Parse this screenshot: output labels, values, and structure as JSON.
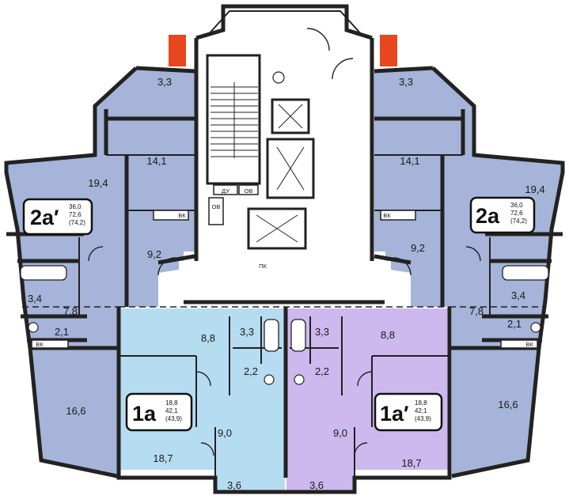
{
  "colors": {
    "unit_2a": "#a5b4d8",
    "unit_1a": "#b6dcf1",
    "unit_1a_prime": "#cdb9ee",
    "balcony_orange": "#e8461e",
    "wall": "#222222",
    "core": "#ffffff"
  },
  "rooms": {
    "left_top_balcony": "3,3",
    "right_top_balcony": "3,3",
    "left_kitchen_upper": "14,1",
    "right_kitchen_upper": "14,1",
    "left_living_2a": "19,4",
    "right_living_2a": "19,4",
    "left_hall": "9,2",
    "right_hall": "9,2",
    "left_bath_34": "3,4",
    "right_bath_34": "3,4",
    "left_corr_78": "7,8",
    "right_corr_78": "7,8",
    "left_wc_21": "2,1",
    "right_wc_21": "2,1",
    "left_bedroom_166": "16,6",
    "right_bedroom_166": "16,6",
    "u1a_hall_88": "8,8",
    "u1a_prime_hall_88": "8,8",
    "u1a_bath_33": "3,3",
    "u1a_prime_bath_33": "3,3",
    "u1a_wc_22": "2,2",
    "u1a_prime_wc_22": "2,2",
    "u1a_kitchen_90": "9,0",
    "u1a_prime_kitchen_90": "9,0",
    "u1a_room_187": "18,7",
    "u1a_prime_room_187": "18,7",
    "u1a_loggia_36": "3,6",
    "u1a_prime_loggia_36": "3,6"
  },
  "badges": {
    "left_2a_prime": {
      "name": "2a′",
      "living": "36,0",
      "total": "72,6",
      "full": "(74,2)"
    },
    "right_2a": {
      "name": "2a",
      "living": "36,0",
      "total": "72,6",
      "full": "(74,2)"
    },
    "unit_1a": {
      "name": "1a",
      "living": "18,8",
      "total": "42,1",
      "full": "(43,9)"
    },
    "unit_1a_prime": {
      "name": "1a′",
      "living": "18,8",
      "total": "42,1",
      "full": "(43,9)"
    }
  },
  "core_labels": {
    "du": "ДУ",
    "ov_top": "ОВ",
    "ov_mid": "ОВ",
    "vk_left": "ВК",
    "vk_right": "ВК",
    "vk_left_low": "ВК",
    "vk_right_low": "ВК",
    "pk": "ПК"
  }
}
